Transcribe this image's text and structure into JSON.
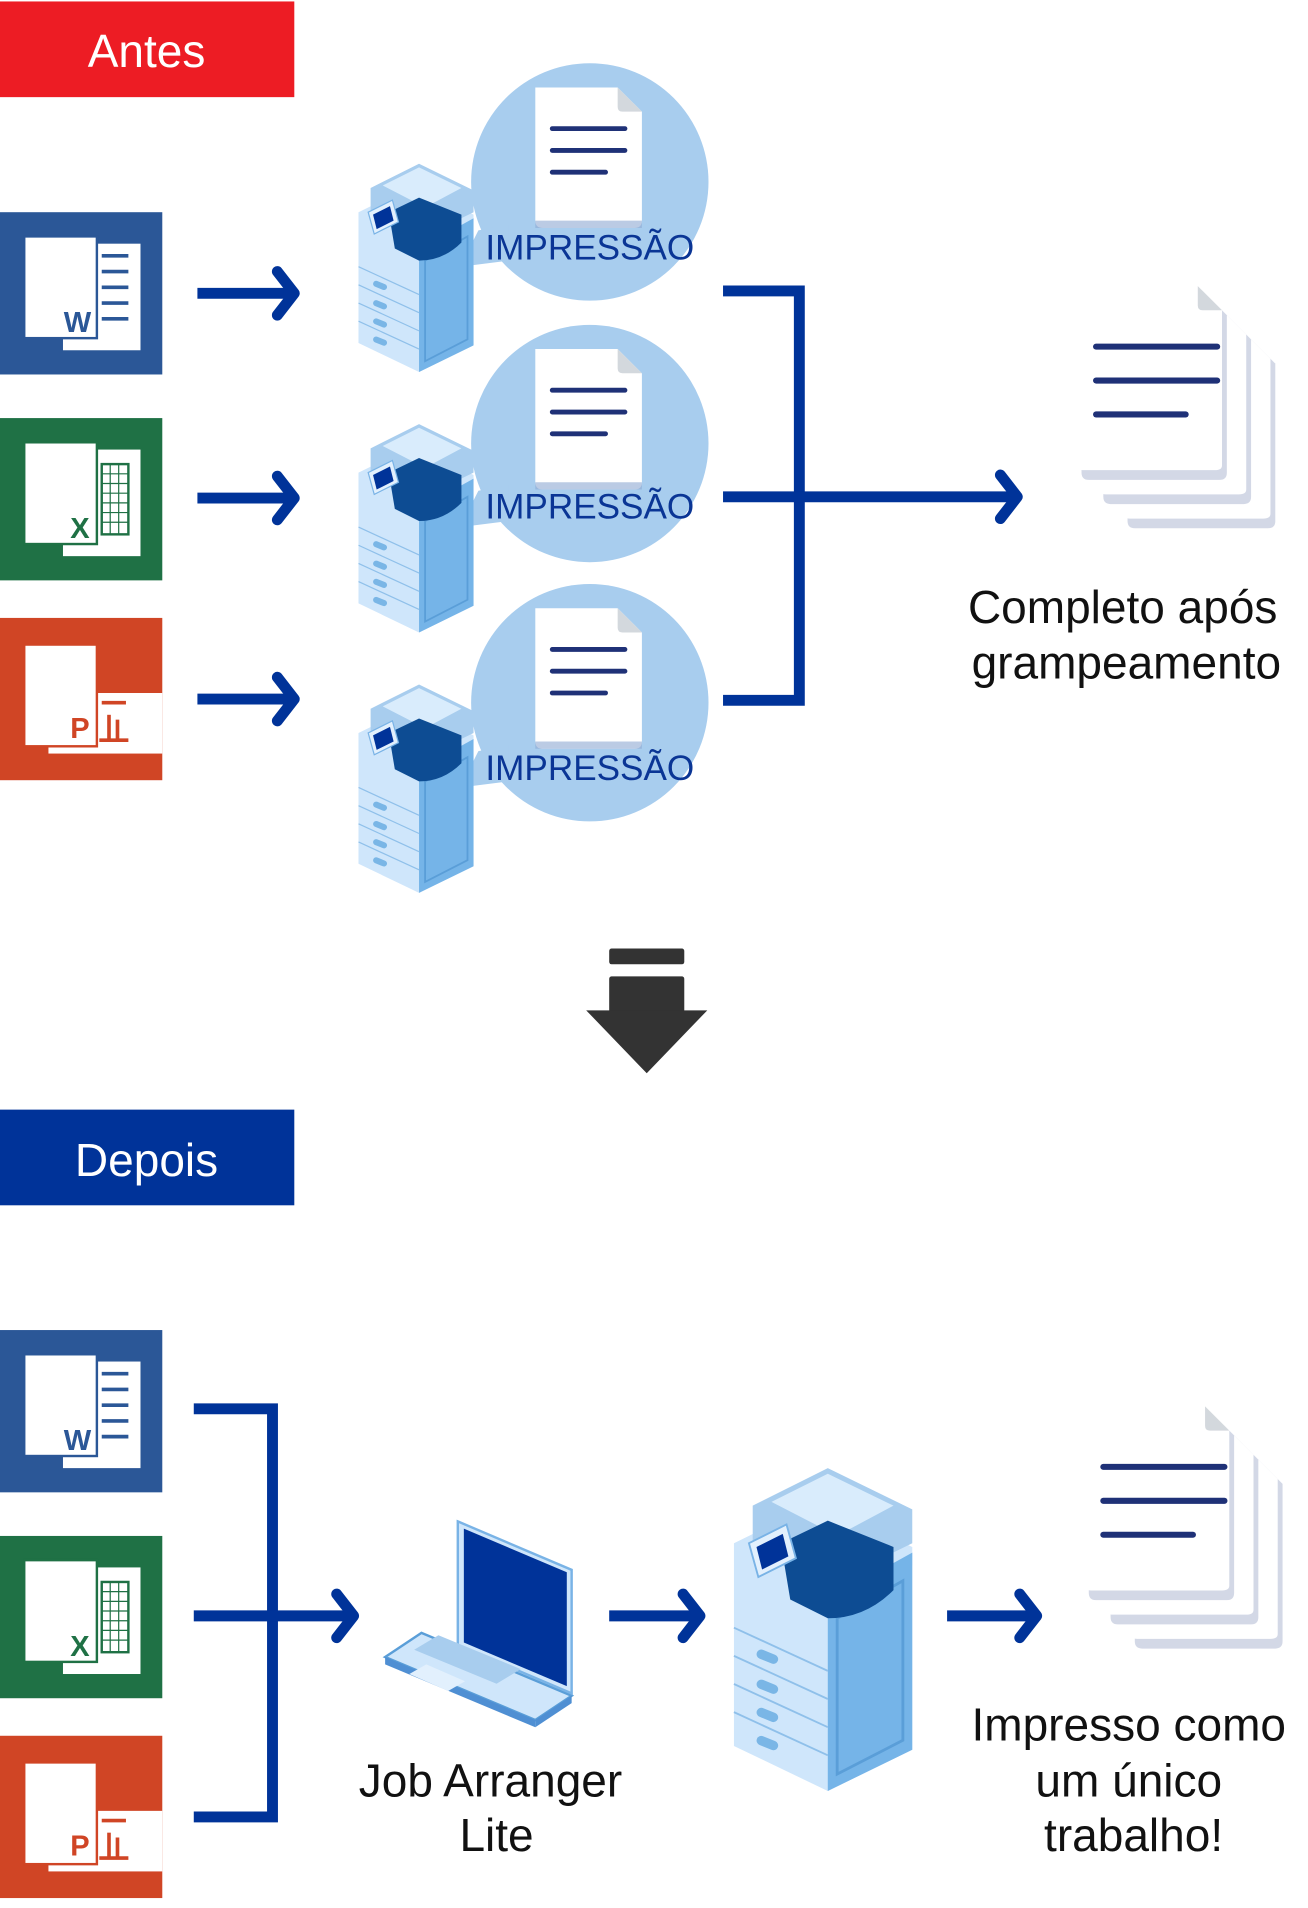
{
  "colors": {
    "before_tag": "#ed1c24",
    "after_tag": "#003399",
    "connector": "#003399",
    "word": "#2b5797",
    "excel": "#1f7145",
    "powerpoint": "#d04525",
    "bubble": "#a8cdee",
    "transition_arrow": "#333333"
  },
  "before": {
    "tag": "Antes",
    "apps": [
      {
        "name": "Word",
        "letter": "W"
      },
      {
        "name": "Excel",
        "letter": "X"
      },
      {
        "name": "PowerPoint",
        "letter": "P"
      }
    ],
    "print_label": "IMPRESSÃO",
    "result_lines": [
      "Completo após",
      "grampeamento"
    ]
  },
  "after": {
    "tag": "Depois",
    "apps": [
      {
        "name": "Word",
        "letter": "W"
      },
      {
        "name": "Excel",
        "letter": "X"
      },
      {
        "name": "PowerPoint",
        "letter": "P"
      }
    ],
    "software_lines": [
      "Job Arranger",
      "Lite"
    ],
    "result_lines": [
      "Impresso como",
      "um único",
      "trabalho!"
    ]
  }
}
